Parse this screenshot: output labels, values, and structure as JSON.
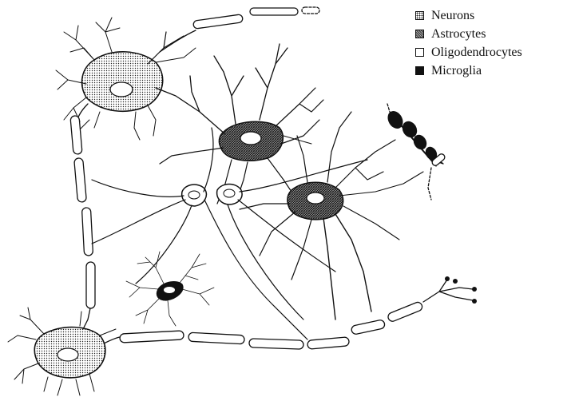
{
  "legend": {
    "items": [
      {
        "label": "Neurons",
        "pattern": "dots"
      },
      {
        "label": "Astrocytes",
        "pattern": "grid"
      },
      {
        "label": "Oligodendrocytes",
        "pattern": "open"
      },
      {
        "label": "Microglia",
        "pattern": "solid"
      }
    ]
  },
  "colors": {
    "ink": "#111111",
    "background": "#ffffff"
  }
}
